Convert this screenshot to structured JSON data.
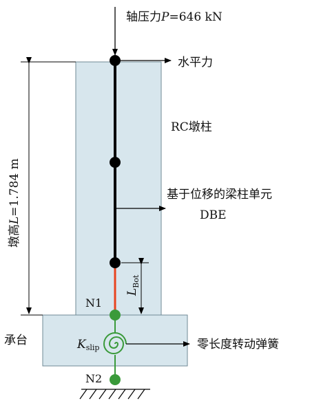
{
  "labels": {
    "axial_force_prefix": "轴压力",
    "axial_force_symbol": "P",
    "axial_force_value": "=646 kN",
    "horizontal_force": "水平力",
    "pier_name": "RC墩柱",
    "element_line1": "基于位移的梁柱单元",
    "element_line2": "DBE",
    "height_prefix": "墩高",
    "height_symbol": "L",
    "height_value": "=1.784 m",
    "lbot_main": "L",
    "lbot_sub": "Bot",
    "node1": "N1",
    "node2": "N2",
    "pile_cap": "承台",
    "kslip_main": "K",
    "kslip_sub": "slip",
    "spring_desc": "零长度转动弹簧"
  },
  "colors": {
    "pier_fill": "#d7e6ed",
    "pier_stroke": "#6f8995",
    "cap_fill": "#d7e6ed",
    "element_line": "#000000",
    "bottom_segment": "#e8431e",
    "node_black": "#000000",
    "node_green": "#3a9a3a",
    "spring_green": "#3a9a3a"
  }
}
